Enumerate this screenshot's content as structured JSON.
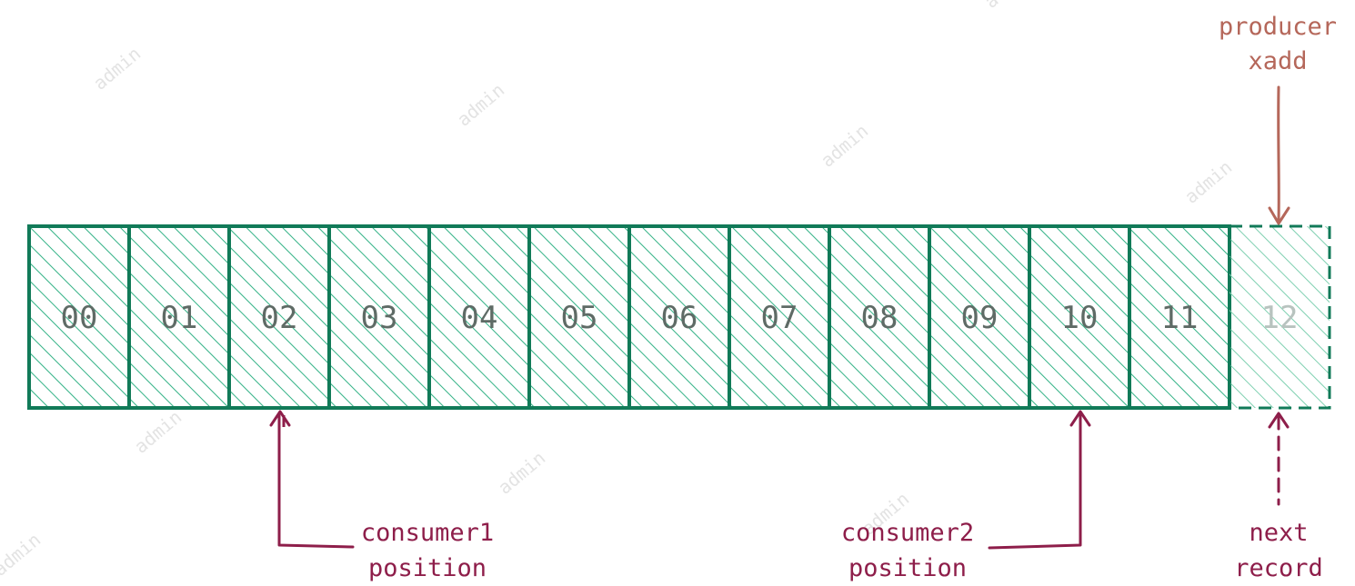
{
  "cells": [
    "00",
    "01",
    "02",
    "03",
    "04",
    "05",
    "06",
    "07",
    "08",
    "09",
    "10",
    "11",
    "12"
  ],
  "pending_cell": "12",
  "producer": {
    "line1": "producer",
    "line2": "xadd"
  },
  "consumer1": {
    "line1": "consumer1",
    "line2": "position",
    "points_at": "02"
  },
  "consumer2": {
    "line1": "consumer2",
    "line2": "position",
    "points_at": "10"
  },
  "next_record": {
    "line1": "next",
    "line2": "record"
  },
  "watermark": "admin",
  "colors": {
    "cell_stroke": "#117a58",
    "hatch": "#33b286",
    "producer_arrow": "#b5675a",
    "consumer_arrow": "#8e1e4a"
  }
}
